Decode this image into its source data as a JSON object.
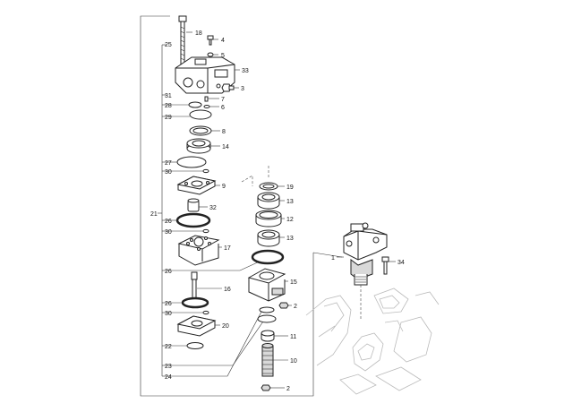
{
  "callouts": {
    "c18": "18",
    "c4a": "4",
    "c25": "25",
    "c5": "5",
    "c33": "33",
    "c3": "3",
    "c31": "31",
    "c7": "7",
    "c28": "28",
    "c6": "6",
    "c29": "29",
    "c8": "8",
    "c14": "14",
    "c27": "27",
    "c30a": "30",
    "c9": "9",
    "c21": "21",
    "c32": "32",
    "c26a": "26",
    "c30b": "30",
    "c17": "17",
    "c19": "19",
    "c13a": "13",
    "c12": "12",
    "c13b": "13",
    "c26b": "26",
    "c15": "15",
    "c16": "16",
    "c26c": "26",
    "c2a": "2",
    "c30c": "30",
    "c20": "20",
    "c11": "11",
    "c22": "22",
    "c23": "23",
    "c10": "10",
    "c24": "24",
    "c2b": "2",
    "c1": "1",
    "c34": "34"
  },
  "icons": {
    "frame": "exploded-view-frame",
    "machine": "excavator-chassis-ghost"
  }
}
